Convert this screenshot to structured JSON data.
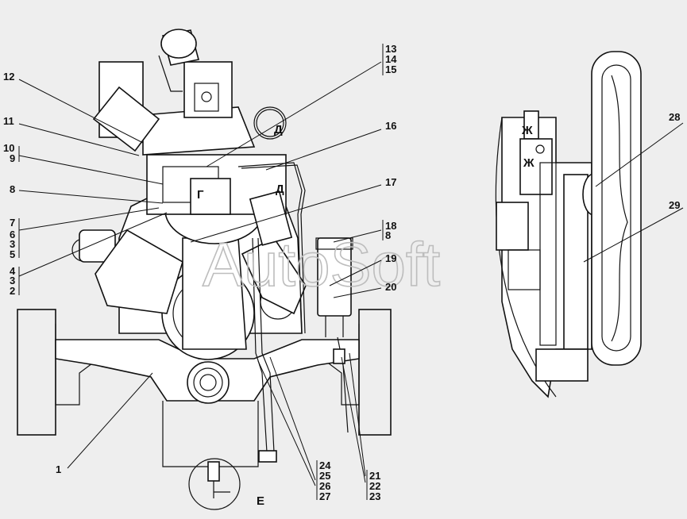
{
  "watermark": "AutoSoft",
  "view_labels": {
    "g": "Г",
    "d1": "Д",
    "d2": "Д",
    "zh1": "Ж",
    "zh2": "Ж",
    "e": "Е"
  },
  "callouts": {
    "n1": "1",
    "n2": "2",
    "n3": "3",
    "n4": "4",
    "n5": "5",
    "n6": "6",
    "n7": "7",
    "n8a": "8",
    "n8b": "8",
    "n9": "9",
    "n10": "10",
    "n11": "11",
    "n12": "12",
    "n13": "13",
    "n14": "14",
    "n15": "15",
    "n16": "16",
    "n17": "17",
    "n18": "18",
    "n19": "19",
    "n20": "20",
    "n21": "21",
    "n22": "22",
    "n23": "23",
    "n24": "24",
    "n25": "25",
    "n26": "26",
    "n27": "27",
    "n28": "28",
    "n29": "29"
  },
  "colors": {
    "background": "#eeeeee",
    "ink": "#111111",
    "watermark": "#bdbdbd"
  }
}
